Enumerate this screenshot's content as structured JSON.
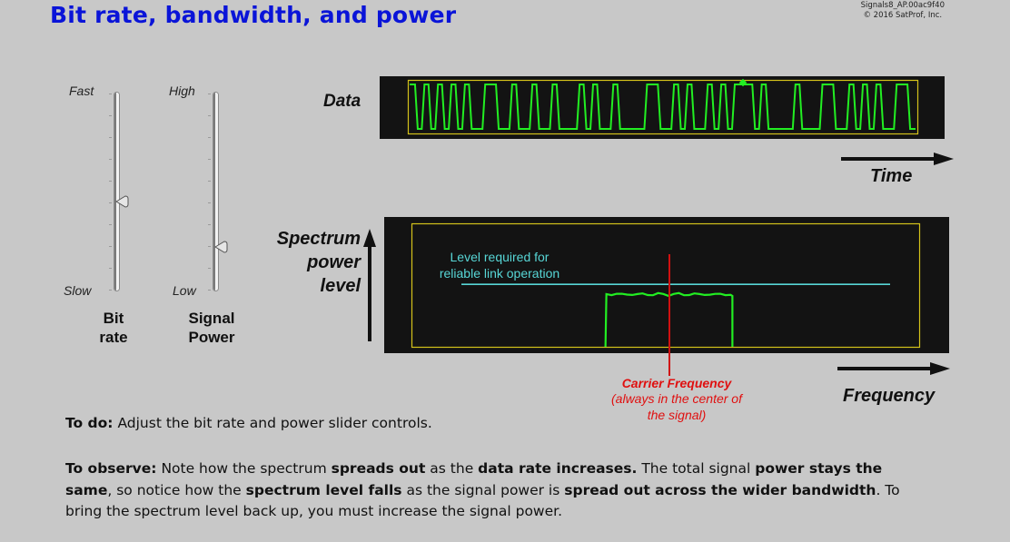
{
  "header": {
    "title": "Bit rate, bandwidth, and power",
    "reference_id": "Signals8_AP.00ac9f40",
    "copyright": "© 2016 SatProf, Inc."
  },
  "controls": {
    "bit_rate": {
      "top_label": "Fast",
      "bottom_label": "Slow",
      "name_line1": "Bit",
      "name_line2": "rate",
      "value_fraction": 0.45,
      "tick_count": 10
    },
    "signal_power": {
      "top_label": "High",
      "bottom_label": "Low",
      "name_line1": "Signal",
      "name_line2": "Power",
      "value_fraction": 0.22,
      "tick_count": 10
    }
  },
  "data_display": {
    "label": "Data",
    "axis_label": "Time",
    "bits": [
      1,
      0,
      1,
      0,
      1,
      0,
      1,
      0,
      1,
      0,
      0,
      1,
      1,
      0,
      0,
      1,
      0,
      0,
      1,
      0,
      0,
      1,
      0,
      0,
      0,
      1,
      0,
      1,
      0,
      0,
      1,
      0,
      0,
      0,
      0,
      1,
      1,
      0,
      0,
      1,
      0,
      1,
      0,
      0,
      1,
      0,
      1,
      0,
      1,
      1,
      1,
      0,
      1,
      0,
      0,
      0,
      0,
      1,
      0,
      0,
      0,
      1,
      1,
      0,
      0,
      1,
      0,
      1,
      0,
      1,
      0,
      0,
      1,
      1,
      0
    ],
    "colors": {
      "trace": "#22ee22",
      "frame": "#d4c21a",
      "background": "#131313"
    }
  },
  "spectrum_display": {
    "y_label_line1": "Spectrum",
    "y_label_line2": "power",
    "y_label_line3": "level",
    "x_label": "Frequency",
    "required_level_line1": "Level required for",
    "required_level_line2": "reliable link operation",
    "required_level_fraction": 0.51,
    "signal_level_fraction": 0.43,
    "signal_bandwidth_fraction": 0.25,
    "carrier_label": "Carrier Frequency",
    "carrier_note_line1": "(always in the center of",
    "carrier_note_line2": "the signal)",
    "colors": {
      "trace": "#22ee22",
      "frame": "#d4c21a",
      "required_level": "#57d6d6",
      "carrier": "#d01010"
    }
  },
  "instructions": {
    "todo_label": "To do:",
    "todo_text": " Adjust the bit rate and power slider controls.",
    "observe_label": "To observe:",
    "observe_parts": [
      " Note how the spectrum ",
      "spreads out",
      " as the ",
      "data rate increases.",
      " The total signal ",
      "power stays the same",
      ", so notice how the ",
      "spectrum level falls",
      " as the signal power is ",
      "spread out across the wider bandwidth",
      ". To bring the spectrum level back up, you must increase the signal power."
    ]
  }
}
